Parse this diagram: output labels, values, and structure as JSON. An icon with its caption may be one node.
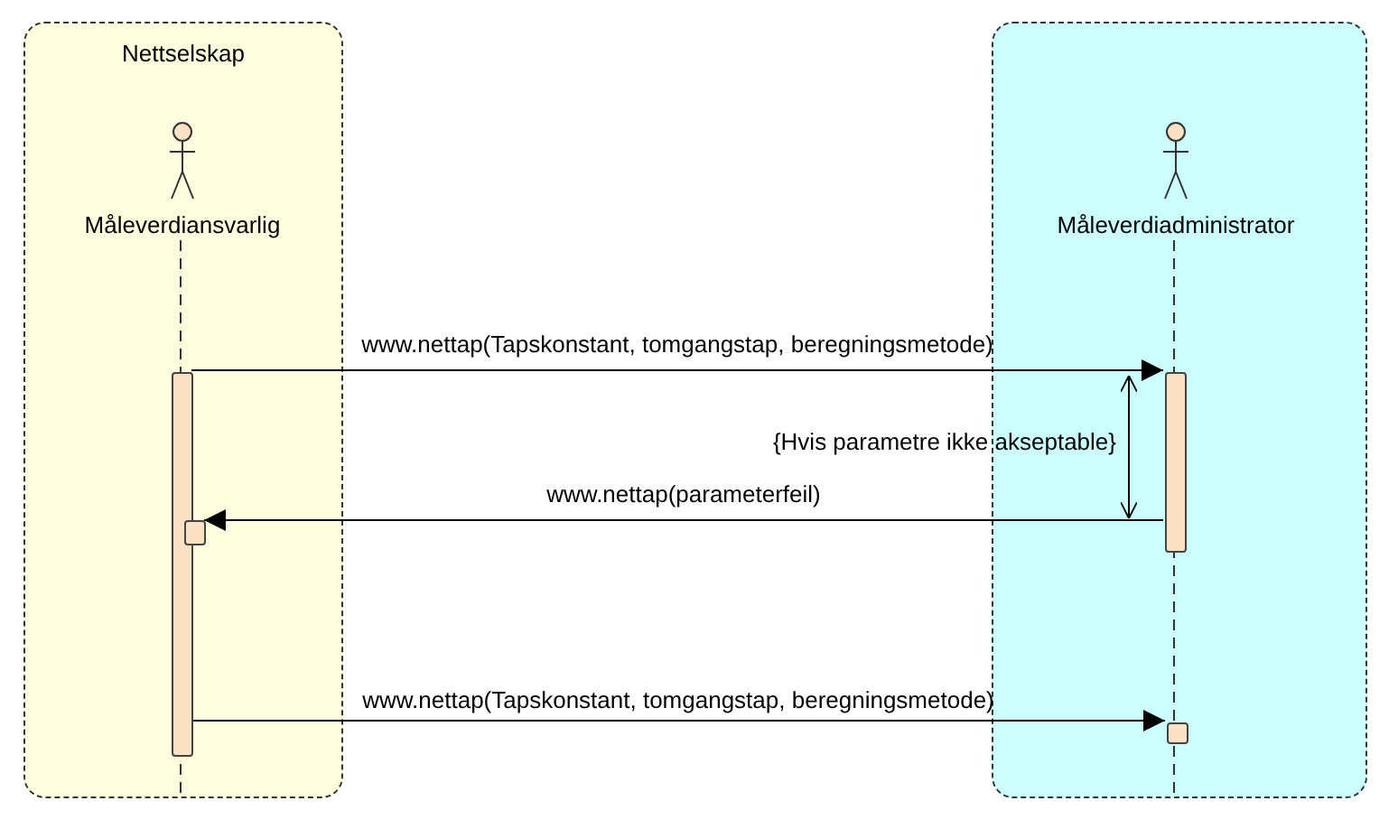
{
  "diagram": {
    "nodes": [
      {
        "text": [
          "Nettselskap"
        ]
      },
      {
        "text": [
          "Måleverdiansvarlig"
        ],
        "in": 0
      },
      {
        "text": [],
        "shape": "bar",
        "in": 0
      },
      {
        "text": [],
        "shape": "bar",
        "in": 0
      },
      {
        "text": [],
        "shape": "box"
      },
      {
        "text": [
          "Måleverdiadministrator"
        ],
        "in": 4
      },
      {
        "text": [],
        "shape": "bar",
        "in": 4
      },
      {
        "text": [],
        "shape": "bar",
        "in": 4
      }
    ],
    "edges": [
      {
        "from": 2,
        "to": 6,
        "arrow": "to",
        "label": "www.nettap(Tapskonstant, tomgangstap, beregningsmetode)"
      },
      {
        "from": 6,
        "to": 3,
        "arrow": "to",
        "label": "www.nettap(parameterfeil)"
      },
      {
        "from": 2,
        "to": 7,
        "arrow": "to",
        "label": "www.nettap(Tapskonstant, tomgangstap, beregningsmetode)"
      }
    ],
    "labels": [
      "{Hvis parametre ikke akseptable}"
    ]
  }
}
